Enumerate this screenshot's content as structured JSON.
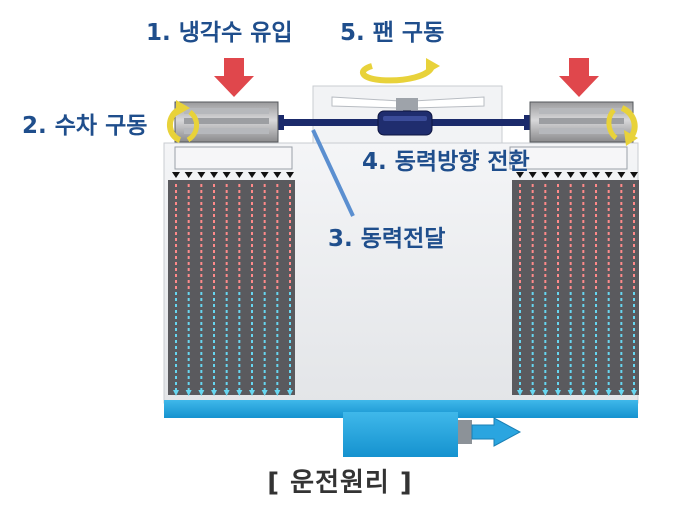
{
  "labels": {
    "step1": "1. 냉각수 유입",
    "step2": "2. 수차 구동",
    "step3": "3. 동력전달",
    "step4": "4. 동력방향 전환",
    "step5": "5. 팬 구동"
  },
  "caption": "[ 운전원리 ]",
  "colors": {
    "label": "#1f4e8c",
    "inflow_arrow": "#e0474c",
    "rotation_arrow": "#e8d23a",
    "water": "#1aa6e0",
    "shaft": "#1b2a6b",
    "fill_pack": "#5a5a5e",
    "hot_drip": "#ff8a8a",
    "cold_drip": "#67d6f0",
    "callout_line": "#5b8fd0"
  }
}
